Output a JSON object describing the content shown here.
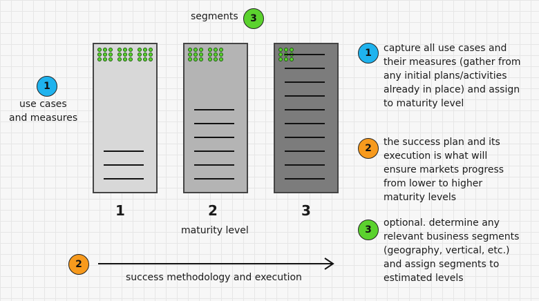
{
  "colors": {
    "cyan": "#1fb3ee",
    "orange": "#f79a1d",
    "green": "#5bd22e"
  },
  "segments": {
    "label": "segments",
    "badge": "3"
  },
  "left": {
    "badge": "1",
    "line1": "use cases",
    "line2": "and measures"
  },
  "columns": [
    {
      "number": "1",
      "fill": "#d8d8d8",
      "dot_cols": 3,
      "lines": 3
    },
    {
      "number": "2",
      "fill": "#b4b4b4",
      "dot_cols": 2,
      "lines": 6
    },
    {
      "number": "3",
      "fill": "#7c7c7c",
      "dot_cols": 1,
      "lines": 10
    }
  ],
  "maturity_label": "maturity level",
  "methodology": {
    "badge": "2",
    "label": "success methodology and execution"
  },
  "notes": [
    {
      "badge": "1",
      "color_key": "cyan",
      "lines": [
        "capture all use cases and",
        "their measures (gather from",
        "any initial plans/activities",
        "already in place) and assign",
        "to maturity level"
      ]
    },
    {
      "badge": "2",
      "color_key": "orange",
      "lines": [
        "the success plan and its",
        "execution is what will",
        "ensure markets progress",
        "from lower to higher",
        "maturity levels"
      ]
    },
    {
      "badge": "3",
      "color_key": "green",
      "lines": [
        "optional. determine any",
        "relevant business segments",
        "(geography, vertical, etc.)",
        "and assign segments to",
        "estimated levels"
      ]
    }
  ]
}
